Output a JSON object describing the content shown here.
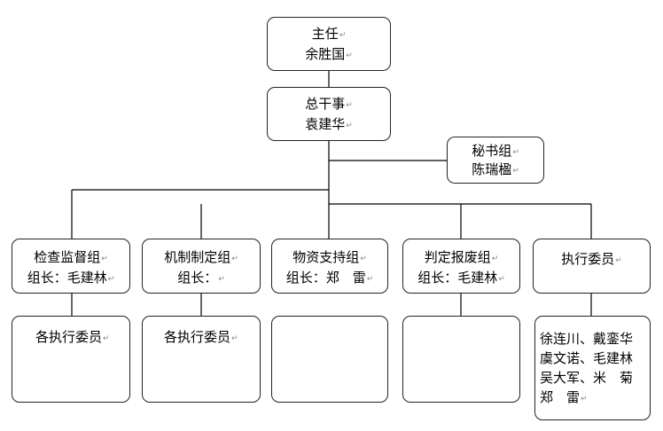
{
  "para_mark": "↵",
  "nodes": {
    "director": {
      "title": "主任",
      "name": "余胜国"
    },
    "general_secretary": {
      "title": "总干事",
      "name": "袁建华"
    },
    "secretariat": {
      "title": "秘书组",
      "name": "陈瑞楹"
    },
    "inspection": {
      "title": "检查监督组",
      "leader": "组长：毛建林"
    },
    "mechanism": {
      "title": "机制制定组",
      "leader": "组长："
    },
    "supplies": {
      "title": "物资支持组",
      "leader": "组长：郑　雷"
    },
    "scrap": {
      "title": "判定报废组",
      "leader": "组长：毛建林"
    },
    "executive": {
      "title": "执行委员"
    },
    "inspection_members": {
      "text": "各执行委员"
    },
    "mechanism_members": {
      "text": "各执行委员"
    },
    "supplies_members": {
      "text": ""
    },
    "scrap_members": {
      "text": ""
    },
    "executive_members": {
      "lines": [
        "徐连川、戴銮华",
        "虞文诺、毛建林",
        "吴大军、米　菊",
        "郑　雷"
      ]
    }
  }
}
